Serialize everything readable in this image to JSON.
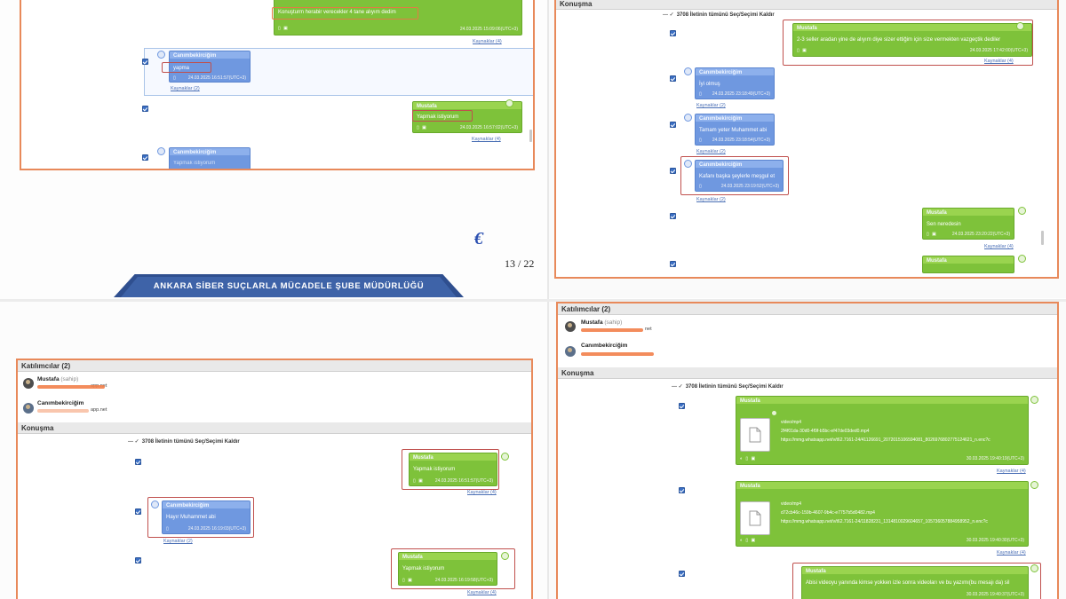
{
  "page_number": "13 / 22",
  "footer_banner": "ANKARA SİBER SUÇLARLA MÜCADELE ŞUBE MÜDÜRLÜĞÜ",
  "signature": "€",
  "labels": {
    "konusma": "Konuşma",
    "katilimcilar": "Katılımcılar (2)",
    "select_all": "3708 İletinin tümünü Seç/Seçimi Kaldır",
    "role_owner": "(sahip)"
  },
  "participants": {
    "p1_name": "Mustafa",
    "p1_jid_tail": "app.net",
    "p2_name": "Canımbekirciğim",
    "p2_jid_tail": "app.net",
    "p1_jid_tail_br": "net",
    "p2_name_br": "Canımbekirciğim"
  },
  "top_left": {
    "m1_text": "Konuşturm herabir verecekler 4 tane alıyım dedim",
    "m1_ts": "24.03.2025 15:09:06(UTC+3)",
    "m1_src": "Kaynaklar (4)",
    "m2_sender": "Canımbekirciğim",
    "m2_text": "yapma",
    "m2_ts": "24.03.2025 16:51:57(UTC+3)",
    "m2_src": "Kaynaklar (2)",
    "m3_sender": "Mustafa",
    "m3_text": "Yapmak istiyorum",
    "m3_ts": "24.03.2025 16:57:02(UTC+3)",
    "m3_src": "Kaynaklar (4)",
    "m4_sender": "Canımbekirciğim",
    "m4_text": "Yapmak istiyorum"
  },
  "top_right": {
    "m1_sender": "Mustafa",
    "m1_text": "2-3 seller aradan yine de alıyım diye sizer ettiğim için size vermekten vazgeçtik dediler",
    "m1_ts": "24.03.2025 17:42:00(UTC+3)",
    "m1_src": "Kaynaklar (4)",
    "m2_sender": "Canımbekirciğim",
    "m2_text": "İyi olmuş",
    "m2_ts": "24.03.2025 23:18:49(UTC+3)",
    "m2_src": "Kaynaklar (2)",
    "m3_sender": "Canımbekirciğim",
    "m3_text": "Tamam yeter Muhammet abi",
    "m3_ts": "24.03.2025 23:18:54(UTC+3)",
    "m3_src": "Kaynaklar (2)",
    "m4_sender": "Canımbekirciğim",
    "m4_text": "Kafanı başka şeylerle meşgul et",
    "m4_ts": "24.03.2025 23:19:52(UTC+3)",
    "m4_src": "Kaynaklar (2)",
    "m5_sender": "Mustafa",
    "m5_text": "Sen neredesin",
    "m5_ts": "24.03.2025 23:20:22(UTC+3)",
    "m5_src": "Kaynaklar (4)",
    "m6_sender": "Mustafa"
  },
  "bottom_left": {
    "m1_sender": "Mustafa",
    "m1_text": "Yapmak istiyorum",
    "m1_ts": "24.03.2025 16:51:57(UTC+3)",
    "m1_src": "Kaynaklar (4)",
    "m2_sender": "Canımbekirciğim",
    "m2_text": "Hayır Muhammet abi",
    "m2_ts": "24.03.2025 16:19:03(UTC+3)",
    "m2_src": "Kaynaklar (2)",
    "m3_sender": "Mustafa",
    "m3_text": "Yapmak istiyorum",
    "m3_ts": "24.03.2025 16:19:58(UTC+3)",
    "m3_src": "Kaynaklar (4)"
  },
  "bottom_right": {
    "v1_sender": "Mustafa",
    "v1_type": "video/mp4",
    "v1_name": "2f4f01da-30d0-4f9f-b5bc-ef47de03ded0.mp4",
    "v1_url": "https://mmg.whatsapp.net/v/t62.7161-24/41126691_2072015106594081_8026976802775124621_n.enc?c",
    "v1_ts": "30.03.2025 19:40:19(UTC+3)",
    "v1_src": "Kaynaklar (4)",
    "v2_sender": "Mustafa",
    "v2_type": "video/mp4",
    "v2_name": "d72cb46c-159b-4607-9b4c-e7757b5d0482.mp4",
    "v2_url": "https://mmg.whatsapp.net/v/t62.7161-24/11828231_1314810029604657_105736057884958952_n.enc?c",
    "v2_ts": "30.03.2025 19:40:30(UTC+3)",
    "v2_src": "Kaynaklar (4)",
    "m3_sender": "Mustafa",
    "m3_text": "Abisi videoyu yanında kimse yokken izle sonra videoları ve bu yazımı(bu mesajı da) sil",
    "m3_ts": "30.03.2025 19:40:37(UTC+3)"
  },
  "colors": {
    "frame": "#e8895a",
    "highlight": "#c0504d",
    "green_bubble": "#7ec23a",
    "blue_bubble": "#6f98e0",
    "banner": "#2f4f8f"
  }
}
